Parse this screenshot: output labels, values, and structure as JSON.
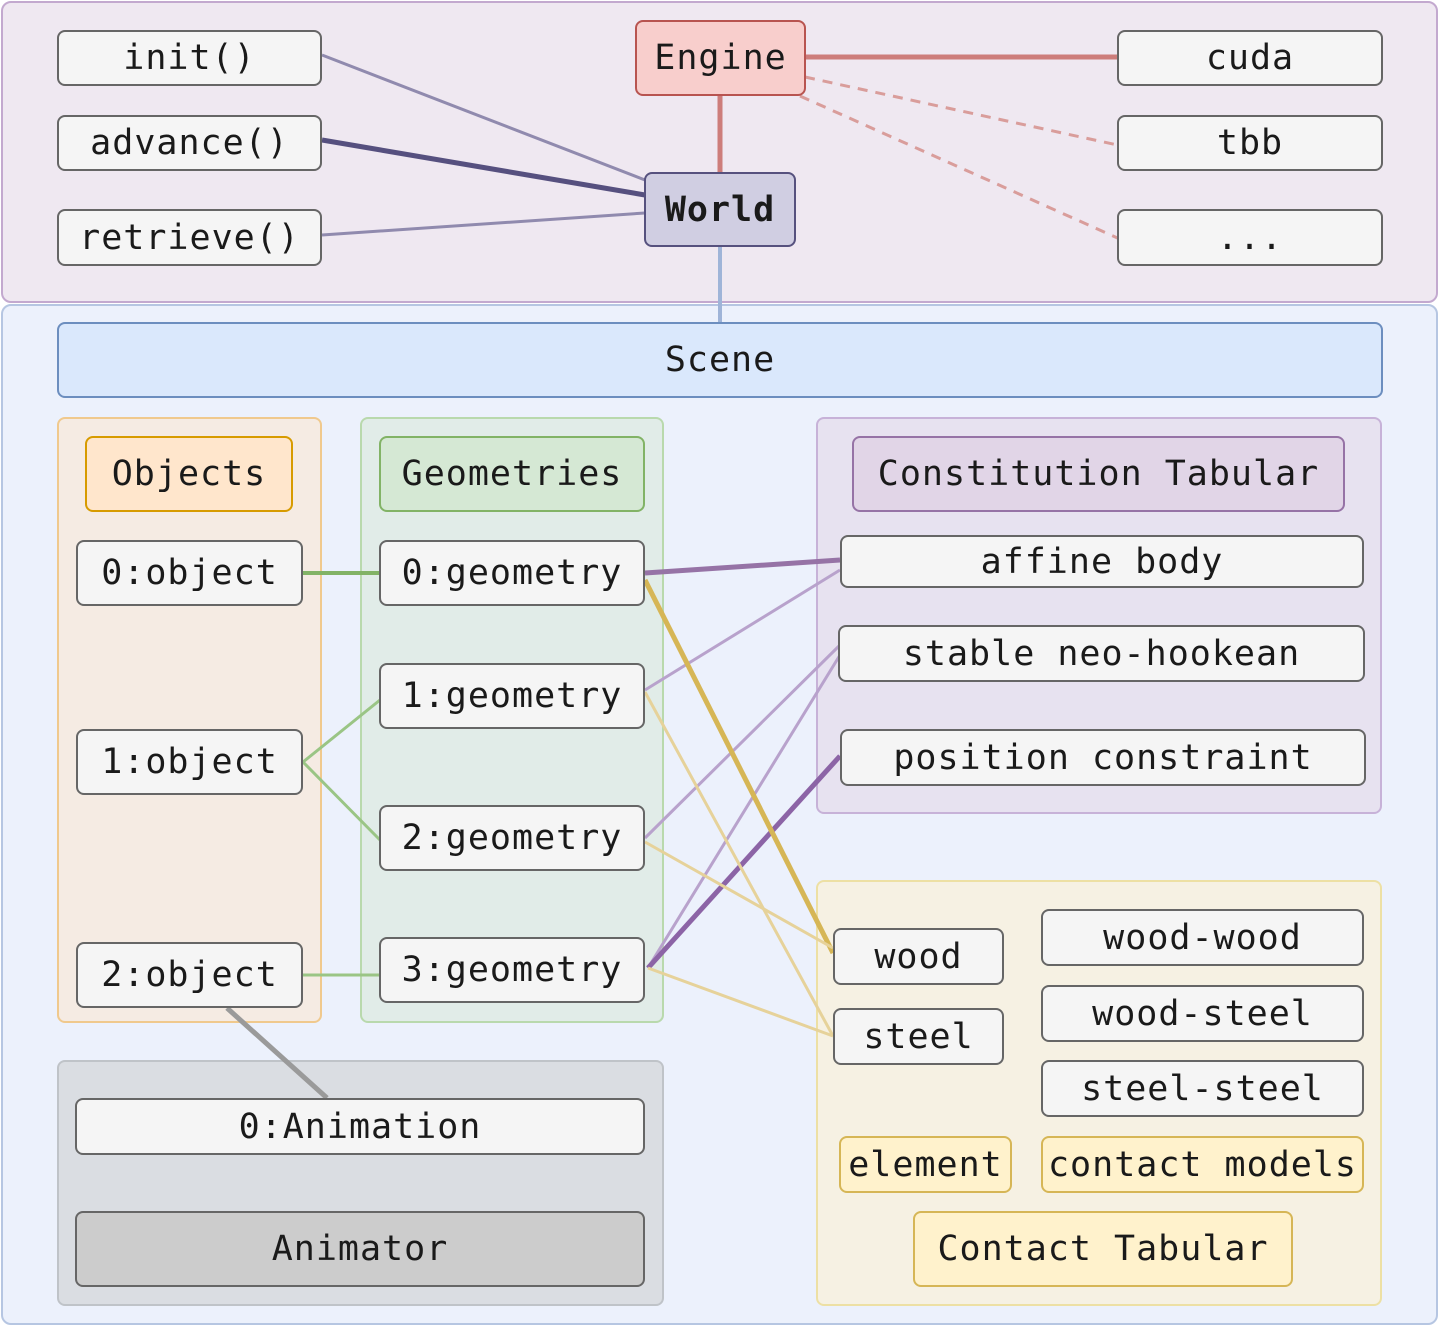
{
  "top": {
    "engine": "Engine",
    "world": "World",
    "methods": [
      "init()",
      "advance()",
      "retrieve()"
    ],
    "backends": [
      "cuda",
      "tbb",
      "..."
    ]
  },
  "scene": {
    "label": "Scene",
    "objects": {
      "header": "Objects",
      "items": [
        "0:object",
        "1:object",
        "2:object"
      ]
    },
    "geometries": {
      "header": "Geometries",
      "items": [
        "0:geometry",
        "1:geometry",
        "2:geometry",
        "3:geometry"
      ]
    },
    "constitution": {
      "header": "Constitution Tabular",
      "items": [
        "affine body",
        "stable neo-hookean",
        "position constraint"
      ]
    },
    "contact": {
      "elements": [
        "wood",
        "steel"
      ],
      "models": [
        "wood-wood",
        "wood-steel",
        "steel-steel"
      ],
      "element_label": "element",
      "models_label": "contact models",
      "header": "Contact Tabular"
    },
    "animation": {
      "item": "0:Animation",
      "animator": "Animator"
    }
  },
  "colors": {
    "engine_border": "#b85450",
    "world_fill": "#d0cee2",
    "objects_accent": "#d79b00",
    "geometries_accent": "#82b366",
    "constitution_accent": "#9673a6",
    "contact_accent": "#d6b656",
    "scene_fill": "#dae8fc"
  }
}
